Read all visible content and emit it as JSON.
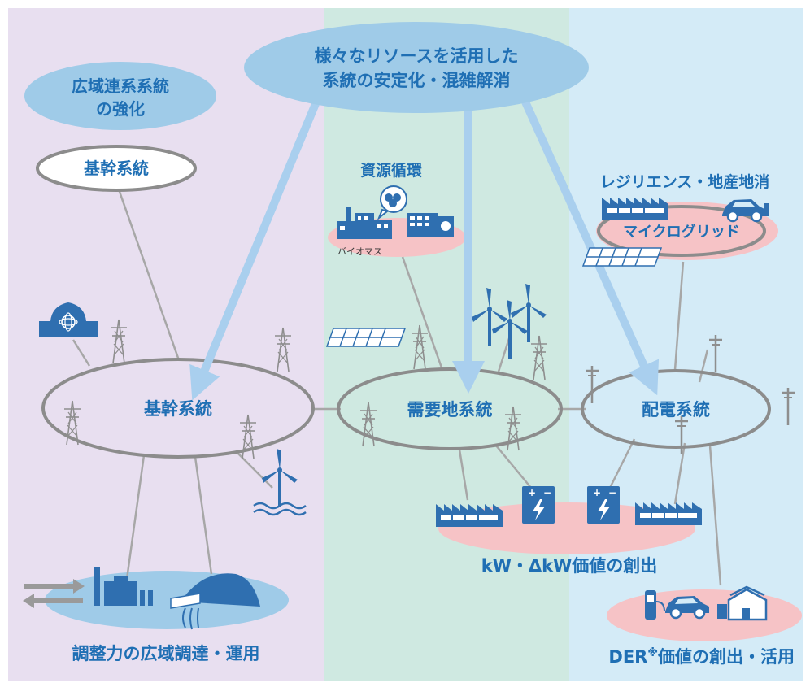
{
  "title_banner": {
    "line1": "様々なリソースを活用した",
    "line2": "系統の安定化・混雑解消"
  },
  "left_bubble": {
    "line1": "広域連系系統",
    "line2": "の強化"
  },
  "nodes": {
    "backbone_top": "基幹系統",
    "backbone_main": "基幹系統",
    "demand": "需要地系統",
    "distribution": "配電系統",
    "microgrid": "マイクログリッド"
  },
  "labels": {
    "resource_cycle": "資源循環",
    "biomass": "バイオマス",
    "resilience": "レジリエンス・地産地消",
    "kw_value": "kW・ΔkW価値の創出",
    "wide_area": "調整力の広域調達・運用",
    "der_prefix": "DER",
    "der_mark": "※",
    "der_suffix": "価値の創出・活用"
  },
  "colors": {
    "panel_left": "#e8dff0",
    "panel_mid": "#cfe9e1",
    "panel_right": "#d4ebf7",
    "bubble_blue": "#9fcbe8",
    "arrow_blue": "#a9cfee",
    "pink": "#f6c3c6",
    "node_gray": "#8c8c8c",
    "text_blue": "#1f6fb4",
    "icon_blue": "#2f6fb0"
  }
}
